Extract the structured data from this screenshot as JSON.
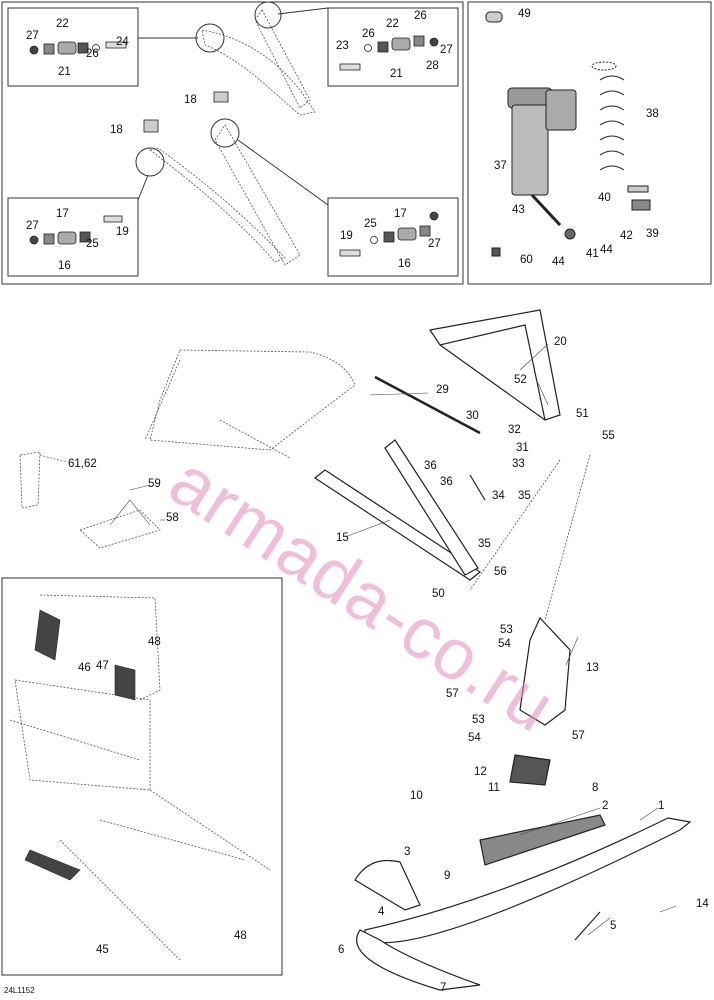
{
  "diagram_code": "24L1152",
  "watermark": "armada-co.ru",
  "callouts": {
    "n1": "1",
    "n2": "2",
    "n3": "3",
    "n4": "4",
    "n5": "5",
    "n6": "6",
    "n7": "7",
    "n8": "8",
    "n9": "9",
    "n10": "10",
    "n11": "11",
    "n12": "12",
    "n13": "13",
    "n14": "14",
    "n15": "15",
    "n16a": "16",
    "n16b": "16",
    "n17a": "17",
    "n17b": "17",
    "n18a": "18",
    "n18b": "18",
    "n19a": "19",
    "n19b": "19",
    "n20": "20",
    "n21a": "21",
    "n21b": "21",
    "n22a": "22",
    "n22b": "22",
    "n23": "23",
    "n24": "24",
    "n25a": "25",
    "n25b": "25",
    "n26a": "26",
    "n26b": "26",
    "n26c": "26",
    "n27a": "27",
    "n27b": "27",
    "n27c": "27",
    "n27d": "27",
    "n28": "28",
    "n29": "29",
    "n30": "30",
    "n31": "31",
    "n32": "32",
    "n33": "33",
    "n34": "34",
    "n35a": "35",
    "n35b": "35",
    "n36a": "36",
    "n36b": "36",
    "n37": "37",
    "n38": "38",
    "n39": "39",
    "n40": "40",
    "n41": "41",
    "n42": "42",
    "n43": "43",
    "n44a": "44",
    "n44b": "44",
    "n45": "45",
    "n46": "46",
    "n47": "47",
    "n48a": "48",
    "n48b": "48",
    "n49": "49",
    "n50": "50",
    "n51": "51",
    "n52": "52",
    "n53a": "53",
    "n53b": "53",
    "n54a": "54",
    "n54b": "54",
    "n55": "55",
    "n56": "56",
    "n57a": "57",
    "n57b": "57",
    "n58": "58",
    "n59": "59",
    "n60": "60",
    "n6162": "61,62"
  }
}
